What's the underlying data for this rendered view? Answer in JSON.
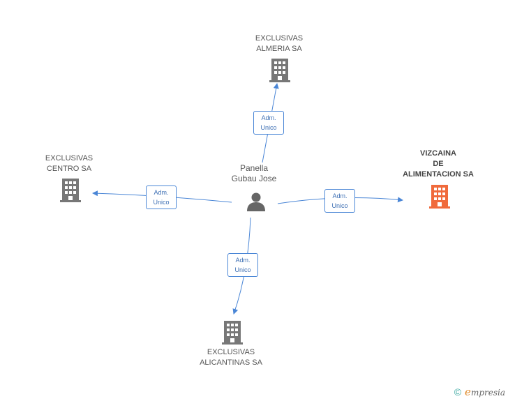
{
  "center": {
    "name_line1": "Panella",
    "name_line2": "Gubau Jose",
    "icon": "person-icon"
  },
  "nodes": [
    {
      "id": "almeria",
      "line1": "EXCLUSIVAS",
      "line2": "ALMERIA SA",
      "line3": "",
      "icon": "building-icon",
      "color": "#777777"
    },
    {
      "id": "centro",
      "line1": "EXCLUSIVAS",
      "line2": "CENTRO SA",
      "line3": "",
      "icon": "building-icon",
      "color": "#777777"
    },
    {
      "id": "vizcaina",
      "line1": "VIZCAINA",
      "line2": "DE",
      "line3": "ALIMENTACION SA",
      "icon": "building-icon",
      "color": "#f06a3c"
    },
    {
      "id": "alicantinas",
      "line1": "EXCLUSIVAS",
      "line2": "ALICANTINAS SA",
      "line3": "",
      "icon": "building-icon",
      "color": "#777777"
    }
  ],
  "edges": [
    {
      "to": "almeria",
      "role_line1": "Adm.",
      "role_line2": "Unico"
    },
    {
      "to": "centro",
      "role_line1": "Adm.",
      "role_line2": "Unico"
    },
    {
      "to": "vizcaina",
      "role_line1": "Adm.",
      "role_line2": "Unico"
    },
    {
      "to": "alicantinas",
      "role_line1": "Adm.",
      "role_line2": "Unico"
    }
  ],
  "colors": {
    "edge": "#4a86d6",
    "person": "#666666"
  },
  "footer": {
    "copyright": "©",
    "brand_first": "e",
    "brand_rest": "mpresia"
  }
}
